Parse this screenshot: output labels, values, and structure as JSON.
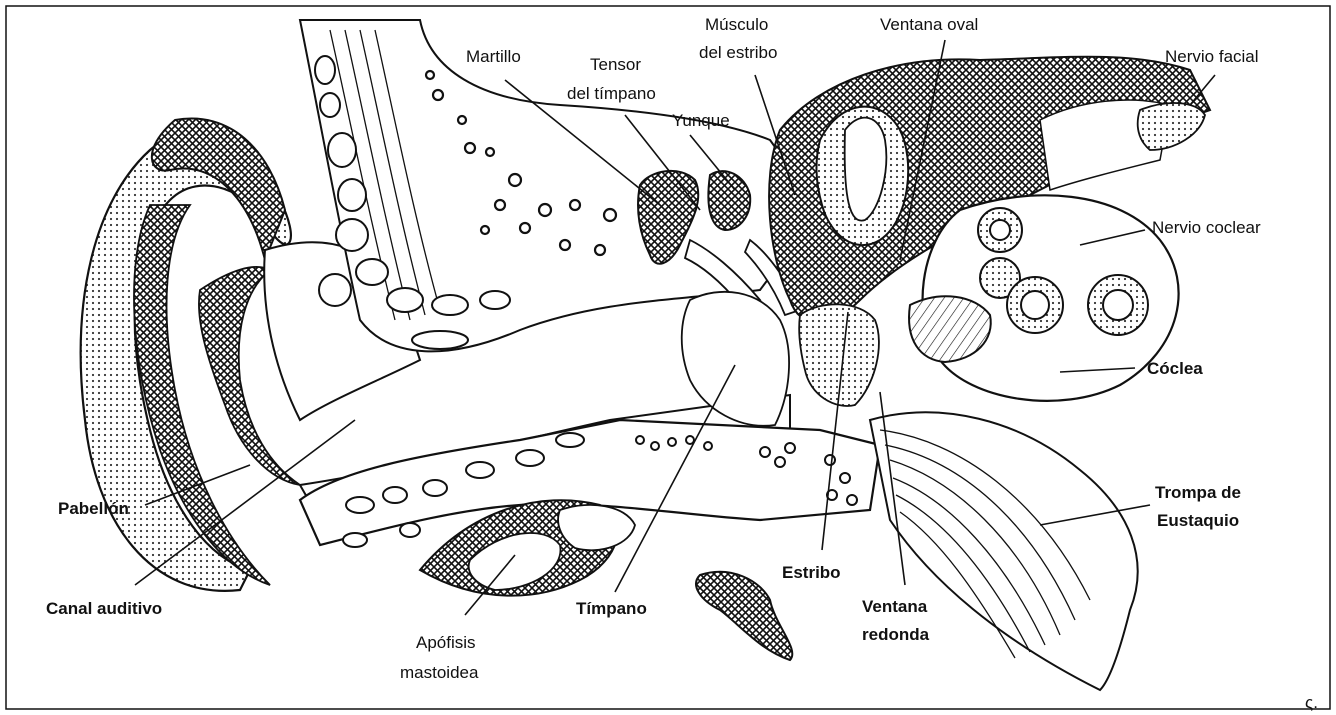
{
  "diagram": {
    "labels": {
      "martillo": "Martillo",
      "tensor_l1": "Tensor",
      "tensor_l2": "del tímpano",
      "yunque": "Yunque",
      "musculo_l1": "Músculo",
      "musculo_l2": "del estribo",
      "ventana_oval": "Ventana oval",
      "nervio_facial": "Nervio facial",
      "nervio_coclear": "Nervio coclear",
      "coclea": "Cóclea",
      "trompa_l1": "Trompa de",
      "trompa_l2": "Eustaquio",
      "pabellon": "Pabellón",
      "canal_auditivo": "Canal auditivo",
      "apofisis_l1": "Apófisis",
      "apofisis_l2": "mastoidea",
      "timpano": "Tímpano",
      "estribo": "Estribo",
      "ventana_redonda_l1": "Ventana",
      "ventana_redonda_l2": "redonda",
      "corner_mark": "ς."
    },
    "colors": {
      "ink": "#111111",
      "paper": "#ffffff"
    }
  }
}
